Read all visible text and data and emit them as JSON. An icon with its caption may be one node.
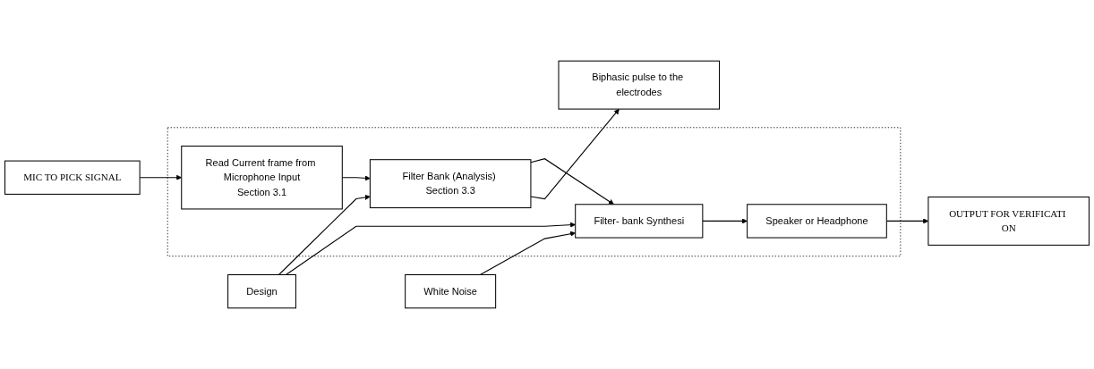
{
  "diagram": {
    "nodes": [
      {
        "text": [
          "MIC TO PICK SIGNAL"
        ]
      },
      {
        "text": [
          "Design"
        ]
      },
      {
        "text": [
          "White Noise"
        ]
      },
      {
        "text": [],
        "shape": "box"
      },
      {
        "text": [
          "Read Current frame from Microphone Input",
          "Section 3.1"
        ],
        "in": 3
      },
      {
        "text": [
          "Filter Bank (Analysis) Section 3.3"
        ],
        "in": 3
      },
      {
        "text": [
          "Filter- bank Synthesi"
        ],
        "in": 3
      },
      {
        "text": [
          "Speaker or Headphone"
        ],
        "in": 3
      },
      {
        "text": [
          "OUTPUT FOR VERIFICATI ON"
        ]
      },
      {
        "text": [
          "Biphasic pulse to the electrodes"
        ]
      }
    ],
    "edges": [
      {
        "from": 0,
        "to": 4,
        "arrow": "to"
      },
      {
        "from": 4,
        "to": 5,
        "arrow": "to"
      },
      {
        "from": 1,
        "to": 5,
        "arrow": "to"
      },
      {
        "from": 1,
        "to": 6,
        "arrow": "to"
      },
      {
        "from": 2,
        "to": 6,
        "arrow": "to"
      },
      {
        "from": 5,
        "to": 6,
        "arrow": "to"
      },
      {
        "from": 5,
        "to": 9,
        "arrow": "to"
      },
      {
        "from": 6,
        "to": 7,
        "arrow": "to"
      },
      {
        "from": 7,
        "to": 8,
        "arrow": "to"
      }
    ]
  }
}
